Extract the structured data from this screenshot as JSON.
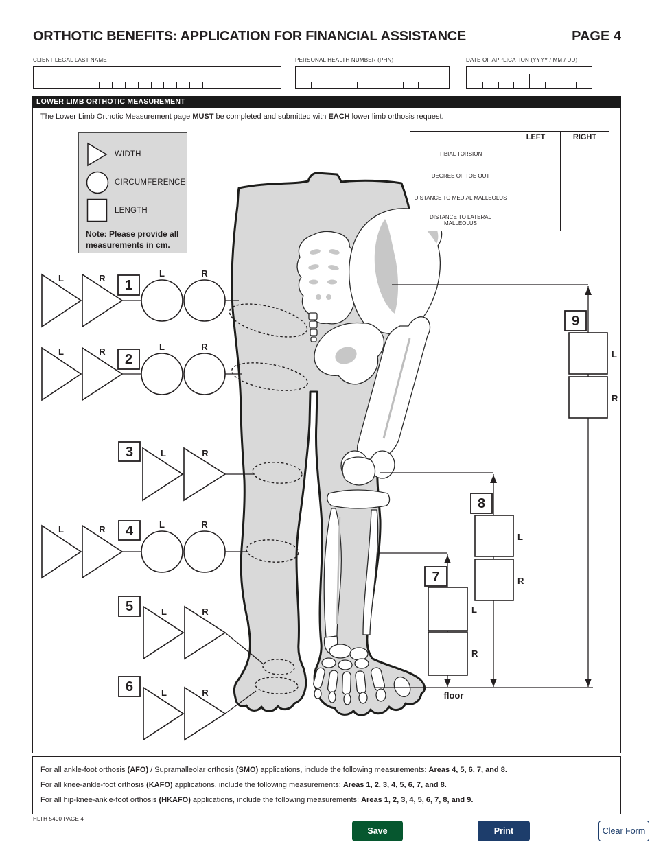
{
  "header": {
    "title": "ORTHOTIC BENEFITS: APPLICATION FOR FINANCIAL ASSISTANCE",
    "page_label": "PAGE 4",
    "fields": {
      "client_name": {
        "label": "CLIENT LEGAL LAST NAME",
        "value": "",
        "cells": 19
      },
      "phn": {
        "label": "PERSONAL HEALTH NUMBER (PHN)",
        "value": "",
        "cells": 10
      },
      "date": {
        "label": "DATE OF APPLICATION (YYYY / MM / DD)",
        "value": "",
        "groups": [
          4,
          2,
          2
        ]
      }
    }
  },
  "section": {
    "bar_title": "LOWER LIMB ORTHOTIC MEASUREMENT",
    "intro_segments": [
      {
        "t": "The Lower Limb Orthotic Measurement page ",
        "b": false
      },
      {
        "t": "MUST",
        "b": true
      },
      {
        "t": " be completed and submitted with ",
        "b": false
      },
      {
        "t": "EACH",
        "b": true
      },
      {
        "t": " lower limb orthosis request.",
        "b": false
      }
    ],
    "legend": {
      "width_label": "WIDTH",
      "circumference_label": "CIRCUMFERENCE",
      "length_label": "LENGTH",
      "note": "Note: Please provide all measurements in cm."
    },
    "table": {
      "col_left": "LEFT",
      "col_right": "RIGHT",
      "rows": [
        {
          "label": "TIBIAL TORSION",
          "left": "",
          "right": ""
        },
        {
          "label": "DEGREE OF TOE OUT",
          "left": "",
          "right": ""
        },
        {
          "label": "DISTANCE TO MEDIAL MALLEOLUS",
          "left": "",
          "right": ""
        },
        {
          "label": "DISTANCE TO LATERAL MALLEOLUS",
          "left": "",
          "right": ""
        }
      ]
    },
    "diagram": {
      "area_numbers": [
        "1",
        "2",
        "3",
        "4",
        "5",
        "6",
        "7",
        "8",
        "9"
      ],
      "left_label": "L",
      "right_label": "R",
      "floor_label": "floor"
    }
  },
  "notes": {
    "lines": [
      [
        {
          "t": "For all ankle-foot orthosis ",
          "b": false
        },
        {
          "t": "(AFO)",
          "b": true
        },
        {
          "t": " / Supramalleolar orthosis ",
          "b": false
        },
        {
          "t": "(SMO)",
          "b": true
        },
        {
          "t": " applications, include the following measurements: ",
          "b": false
        },
        {
          "t": "Areas 4, 5, 6, 7, and 8.",
          "b": true
        }
      ],
      [
        {
          "t": "For all knee-ankle-foot orthosis ",
          "b": false
        },
        {
          "t": "(KAFO)",
          "b": true
        },
        {
          "t": " applications, include the following measurements: ",
          "b": false
        },
        {
          "t": "Areas 1, 2, 3, 4, 5, 6, 7, and 8.",
          "b": true
        }
      ],
      [
        {
          "t": "For all hip-knee-ankle-foot orthosis ",
          "b": false
        },
        {
          "t": "(HKAFO)",
          "b": true
        },
        {
          "t": " applications, include the following measurements: ",
          "b": false
        },
        {
          "t": "Areas 1, 2, 3, 4, 5, 6, 7, 8, and 9.",
          "b": true
        }
      ]
    ]
  },
  "footer": {
    "form_id": "HLTH 5400  PAGE 4",
    "save_label": "Save",
    "print_label": "Print",
    "clear_label": "Clear Form"
  },
  "colors": {
    "bar_bg": "#1a1a1a",
    "ink": "#231f20",
    "diagram_gray": "#d9d9d9",
    "save_green": "#06572f",
    "navy": "#1d3d6b"
  }
}
